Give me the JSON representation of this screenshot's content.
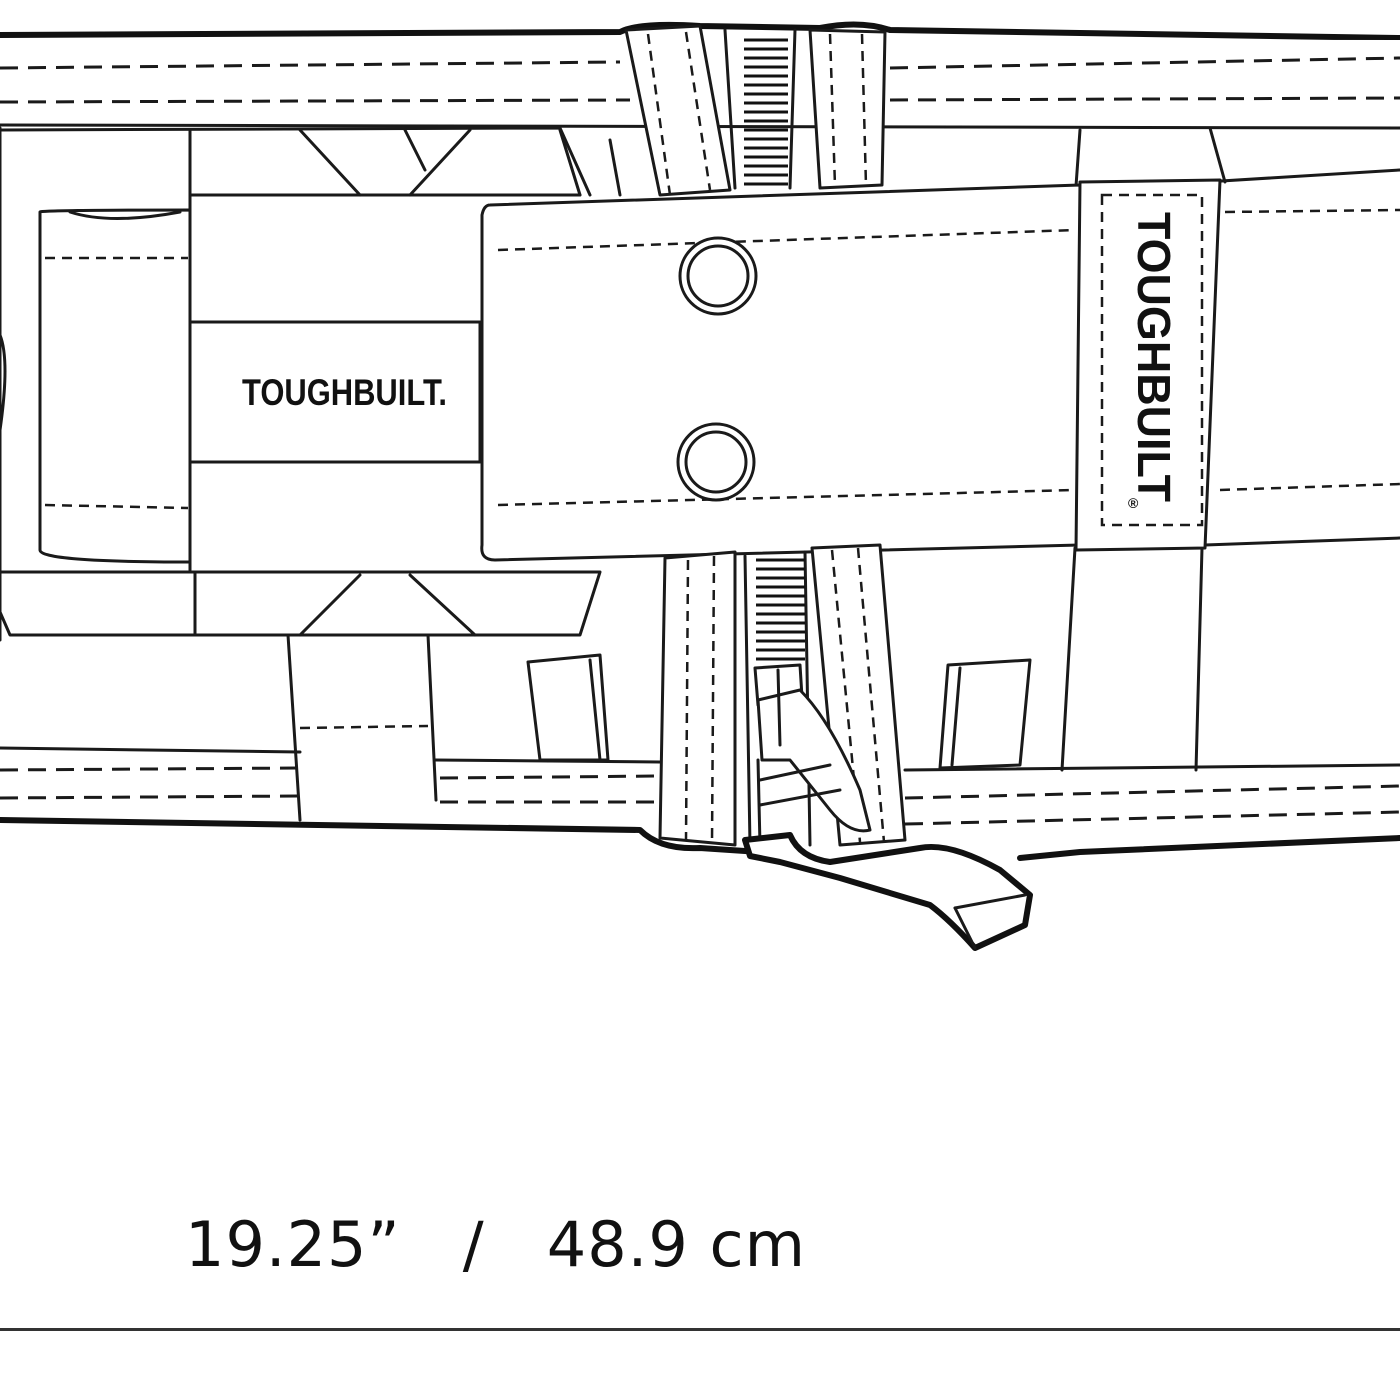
{
  "diagram": {
    "brand_front": "TOUGHBUILT.",
    "brand_side": "TOUGHBUILT",
    "registered_mark": "®",
    "dimension": {
      "inches": "19.25”",
      "separator": "/",
      "metric": "48.9 cm"
    }
  },
  "colors": {
    "line": "#1a1a1a",
    "background": "#ffffff"
  }
}
